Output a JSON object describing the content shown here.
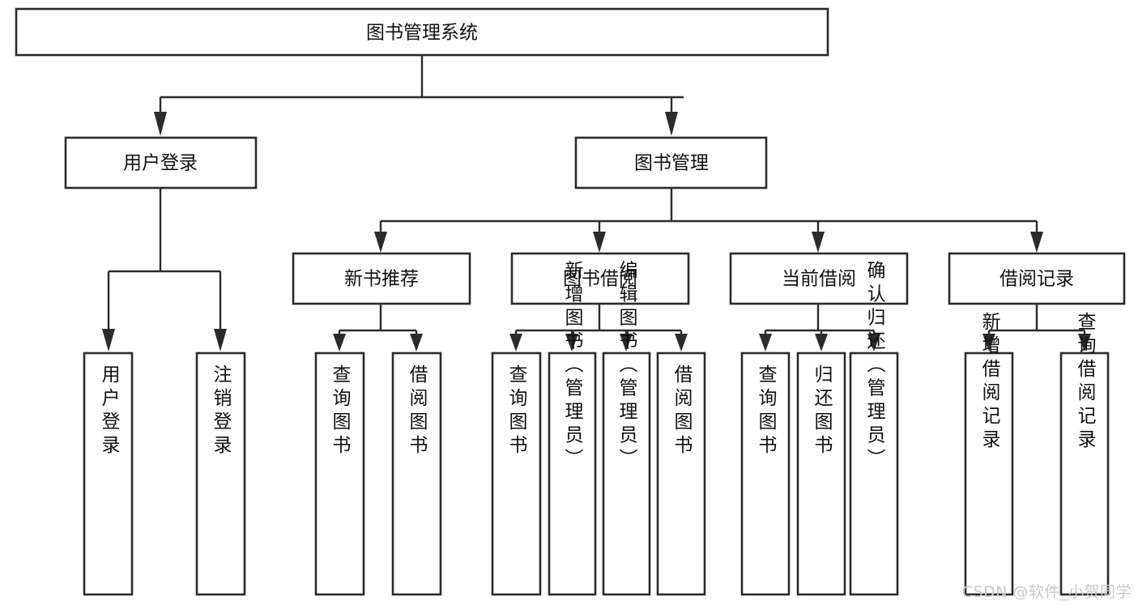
{
  "diagram": {
    "title": "图书管理系统",
    "watermark": "CSDN @软件_小贺同学",
    "accent_color": "#2b2b2b",
    "node_fill": "#ffffff",
    "nodes": {
      "root": "图书管理系统",
      "login": "用户登录",
      "bookmgmt": "图书管理",
      "newbook": "新书推荐",
      "borrow": "图书借阅",
      "current": "当前借阅",
      "record": "借阅记录",
      "leaf_login_1": "用户登录",
      "leaf_login_2": "注销登录",
      "leaf_new_1": "查询图书",
      "leaf_new_2": "借阅图书",
      "leaf_borrow_1": "查询图书",
      "leaf_borrow_2": "新增图书（管理员）",
      "leaf_borrow_3": "编辑图书（管理员）",
      "leaf_borrow_4": "借阅图书",
      "leaf_cur_1": "查询图书",
      "leaf_cur_2": "归还图书",
      "leaf_cur_3": "确认归还（管理员）",
      "leaf_rec_1": "新增借阅记录",
      "leaf_rec_2": "查询借阅记录"
    }
  }
}
